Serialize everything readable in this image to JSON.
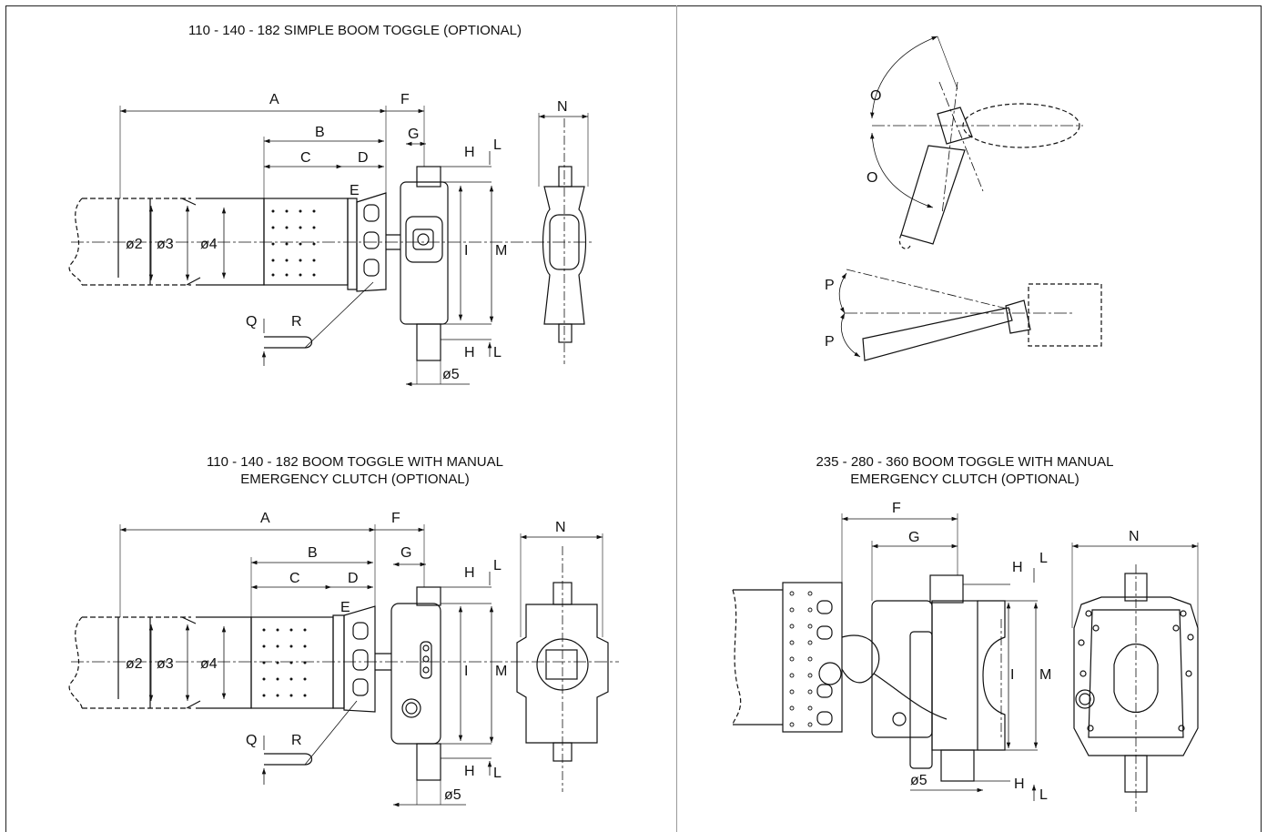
{
  "panels": {
    "top_left": {
      "title": "110 - 140 - 182 SIMPLE BOOM TOGGLE (OPTIONAL)",
      "labels": {
        "A": "A",
        "B": "B",
        "C": "C",
        "D": "D",
        "E": "E",
        "F": "F",
        "G": "G",
        "H1": "H",
        "H2": "H",
        "L1": "L",
        "L2": "L",
        "I": "I",
        "M": "M",
        "N": "N",
        "Q": "Q",
        "R": "R",
        "d2": "ø2",
        "d3": "ø3",
        "d4": "ø4",
        "d5": "ø5"
      }
    },
    "top_right": {
      "labels": {
        "O1": "O",
        "O2": "O",
        "P1": "P",
        "P2": "P"
      }
    },
    "bottom_left": {
      "title_line1": "110 - 140 - 182 BOOM TOGGLE WITH MANUAL",
      "title_line2": "EMERGENCY CLUTCH (OPTIONAL)",
      "labels": {
        "A": "A",
        "B": "B",
        "C": "C",
        "D": "D",
        "E": "E",
        "F": "F",
        "G": "G",
        "H1": "H",
        "H2": "H",
        "L1": "L",
        "L2": "L",
        "I": "I",
        "M": "M",
        "N": "N",
        "Q": "Q",
        "R": "R",
        "d2": "ø2",
        "d3": "ø3",
        "d4": "ø4",
        "d5": "ø5"
      }
    },
    "bottom_right": {
      "title_line1": "235 - 280 - 360 BOOM TOGGLE WITH MANUAL",
      "title_line2": "EMERGENCY CLUTCH (OPTIONAL)",
      "labels": {
        "F": "F",
        "G": "G",
        "H1": "H",
        "H2": "H",
        "L1": "L",
        "L2": "L",
        "I": "I",
        "M": "M",
        "N": "N",
        "d5": "ø5"
      }
    }
  }
}
